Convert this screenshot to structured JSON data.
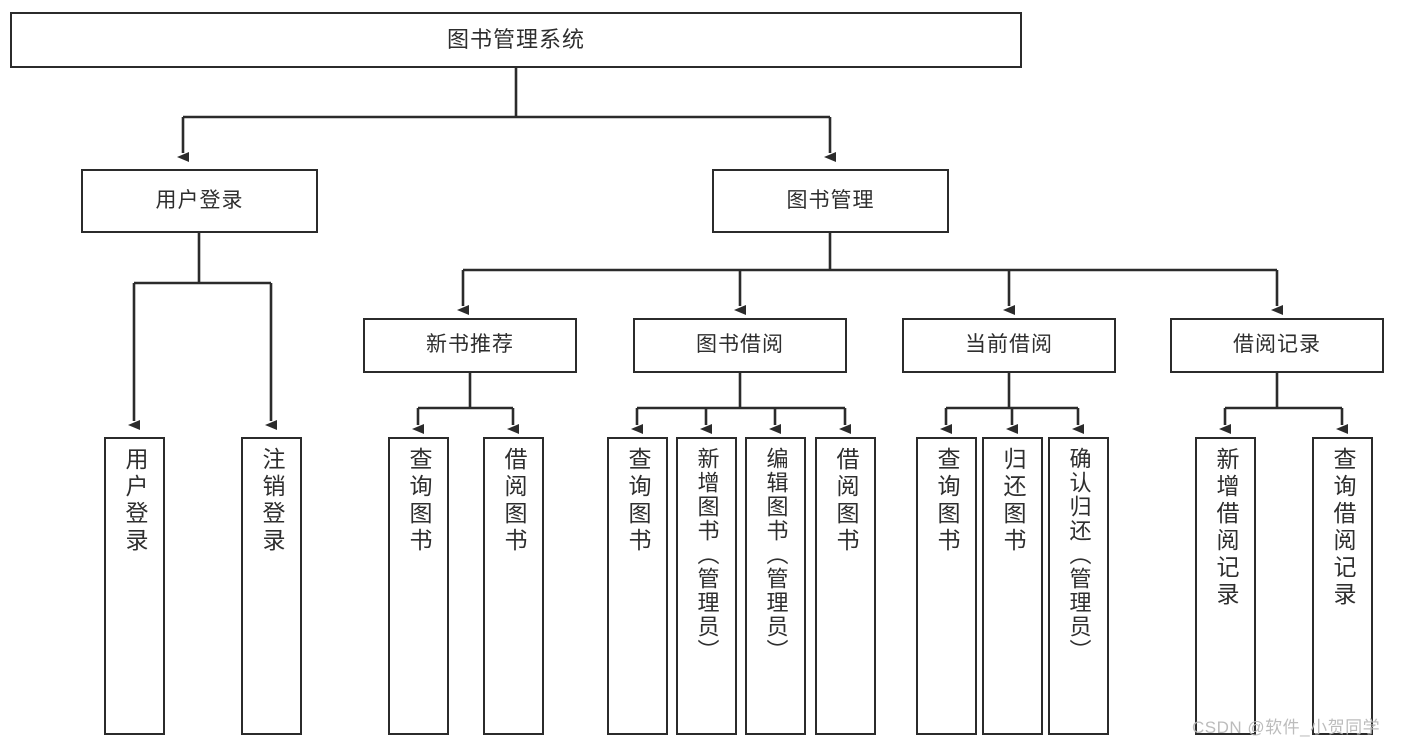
{
  "diagram": {
    "title": "图书管理系统",
    "type": "tree-structure-chart",
    "line_color": "#2b2b2b",
    "box_fill": "#ffffff",
    "text_color": "#2e2e2e"
  },
  "nodes": {
    "root": {
      "label": "图书管理系统"
    },
    "level2": [
      {
        "label": "用户登录"
      },
      {
        "label": "图书管理"
      }
    ],
    "level3": [
      {
        "label": "新书推荐"
      },
      {
        "label": "图书借阅"
      },
      {
        "label": "当前借阅"
      },
      {
        "label": "借阅记录"
      }
    ],
    "leaves": {
      "user_login": [
        {
          "label": "用户登录"
        },
        {
          "label": "注销登录"
        }
      ],
      "new_book_recommend": [
        {
          "label": "查询图书"
        },
        {
          "label": "借阅图书"
        }
      ],
      "book_borrow": [
        {
          "label": "查询图书"
        },
        {
          "label": "新增图书（管理员）"
        },
        {
          "label": "编辑图书（管理员）"
        },
        {
          "label": "借阅图书"
        }
      ],
      "current_borrow": [
        {
          "label": "查询图书"
        },
        {
          "label": "归还图书"
        },
        {
          "label": "确认归还（管理员）"
        }
      ],
      "borrow_records": [
        {
          "label": "新增借阅记录"
        },
        {
          "label": "查询借阅记录"
        }
      ]
    }
  },
  "watermark": {
    "text": "CSDN @软件_小贺同学"
  }
}
